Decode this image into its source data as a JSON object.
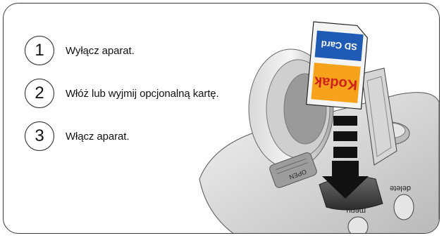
{
  "steps": [
    {
      "number": "1",
      "text": "Wyłącz aparat."
    },
    {
      "number": "2",
      "text": "Włóż lub wyjmij opcjonalną kartę."
    },
    {
      "number": "3",
      "text": "Włącz aparat."
    }
  ],
  "illustration": {
    "card_brand": "Kodak",
    "card_type": "SD Card",
    "camera_labels": {
      "open": "OPEN",
      "delete": "delete",
      "menu": "menu"
    }
  },
  "colors": {
    "card_blue": "#1f5bb5",
    "card_orange": "#f7a21b",
    "outline": "#3a3a3a"
  }
}
